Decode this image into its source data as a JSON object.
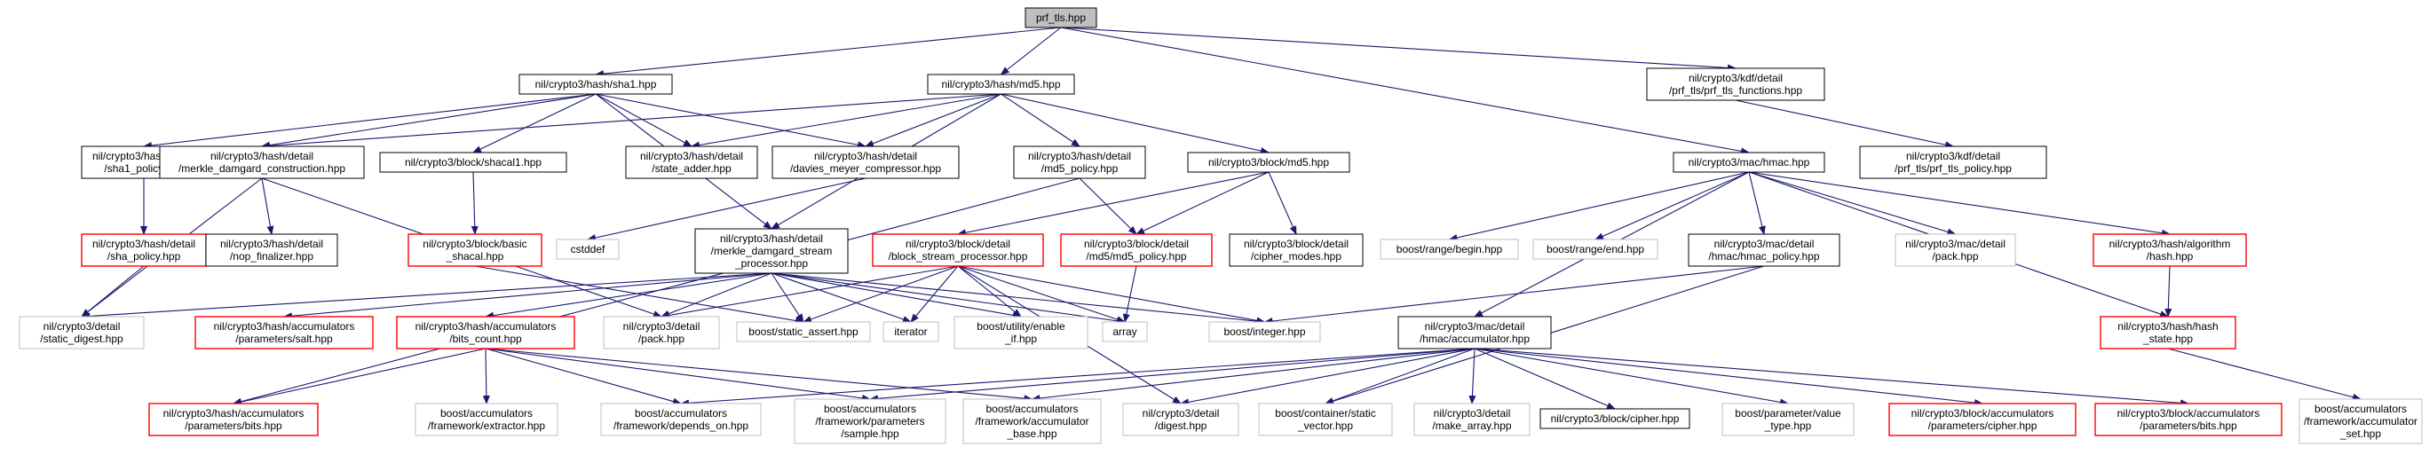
{
  "palette": {
    "edge": "#191970",
    "box_default": "#000000",
    "box_red": "#ff0000",
    "box_gray": "#bfbfbf",
    "root_fill": "#bfbfbf",
    "text": "#000000"
  },
  "nodes": [
    {
      "id": "prf",
      "lines": [
        "prf_tls.hpp"
      ],
      "style": "root"
    },
    {
      "id": "sha1",
      "lines": [
        "nil/crypto3/hash/sha1.hpp"
      ],
      "style": "default"
    },
    {
      "id": "md5",
      "lines": [
        "nil/crypto3/hash/md5.hpp"
      ],
      "style": "default"
    },
    {
      "id": "kdffunc",
      "lines": [
        "nil/crypto3/kdf/detail",
        "/prf_tls/prf_tls_functions.hpp"
      ],
      "style": "default"
    },
    {
      "id": "sha1pol",
      "lines": [
        "nil/crypto3/hash/detail",
        "/sha1_policy.hpp"
      ],
      "style": "default"
    },
    {
      "id": "mdc",
      "lines": [
        "nil/crypto3/hash/detail",
        "/merkle_damgard_construction.hpp"
      ],
      "style": "default"
    },
    {
      "id": "shacal1",
      "lines": [
        "nil/crypto3/block/shacal1.hpp"
      ],
      "style": "default"
    },
    {
      "id": "stateadder",
      "lines": [
        "nil/crypto3/hash/detail",
        "/state_adder.hpp"
      ],
      "style": "default"
    },
    {
      "id": "dmc",
      "lines": [
        "nil/crypto3/hash/detail",
        "/davies_meyer_compressor.hpp"
      ],
      "style": "default"
    },
    {
      "id": "md5pol",
      "lines": [
        "nil/crypto3/hash/detail",
        "/md5_policy.hpp"
      ],
      "style": "default"
    },
    {
      "id": "blockmd5",
      "lines": [
        "nil/crypto3/block/md5.hpp"
      ],
      "style": "default"
    },
    {
      "id": "hmac",
      "lines": [
        "nil/crypto3/mac/hmac.hpp"
      ],
      "style": "default"
    },
    {
      "id": "kdfpol",
      "lines": [
        "nil/crypto3/kdf/detail",
        "/prf_tls/prf_tls_policy.hpp"
      ],
      "style": "default"
    },
    {
      "id": "shapol",
      "lines": [
        "nil/crypto3/hash/detail",
        "/sha_policy.hpp"
      ],
      "style": "red"
    },
    {
      "id": "nopfin",
      "lines": [
        "nil/crypto3/hash/detail",
        "/nop_finalizer.hpp"
      ],
      "style": "default"
    },
    {
      "id": "basicshacal",
      "lines": [
        "nil/crypto3/block/basic",
        "_shacal.hpp"
      ],
      "style": "red"
    },
    {
      "id": "cstddef",
      "lines": [
        "cstddef"
      ],
      "style": "gray"
    },
    {
      "id": "mdsp",
      "lines": [
        "nil/crypto3/hash/detail",
        "/merkle_damgard_stream",
        "_processor.hpp"
      ],
      "style": "default"
    },
    {
      "id": "bsp",
      "lines": [
        "nil/crypto3/block/detail",
        "/block_stream_processor.hpp"
      ],
      "style": "red"
    },
    {
      "id": "md5polblk",
      "lines": [
        "nil/crypto3/block/detail",
        "/md5/md5_policy.hpp"
      ],
      "style": "red"
    },
    {
      "id": "ciphermodes",
      "lines": [
        "nil/crypto3/block/detail",
        "/cipher_modes.hpp"
      ],
      "style": "default"
    },
    {
      "id": "rangebegin",
      "lines": [
        "boost/range/begin.hpp"
      ],
      "style": "gray"
    },
    {
      "id": "rangeend",
      "lines": [
        "boost/range/end.hpp"
      ],
      "style": "gray"
    },
    {
      "id": "hmacpol",
      "lines": [
        "nil/crypto3/mac/detail",
        "/hmac/hmac_policy.hpp"
      ],
      "style": "default"
    },
    {
      "id": "macpack",
      "lines": [
        "nil/crypto3/mac/detail",
        "/pack.hpp"
      ],
      "style": "gray"
    },
    {
      "id": "algohash",
      "lines": [
        "nil/crypto3/hash/algorithm",
        "/hash.hpp"
      ],
      "style": "red"
    },
    {
      "id": "staticdigest",
      "lines": [
        "nil/crypto3/detail",
        "/static_digest.hpp"
      ],
      "style": "gray"
    },
    {
      "id": "saltparam",
      "lines": [
        "nil/crypto3/hash/accumulators",
        "/parameters/salt.hpp"
      ],
      "style": "red"
    },
    {
      "id": "bitscount",
      "lines": [
        "nil/crypto3/hash/accumulators",
        "/bits_count.hpp"
      ],
      "style": "red"
    },
    {
      "id": "detailpack",
      "lines": [
        "nil/crypto3/detail",
        "/pack.hpp"
      ],
      "style": "gray"
    },
    {
      "id": "staticassert",
      "lines": [
        "boost/static_assert.hpp"
      ],
      "style": "gray"
    },
    {
      "id": "iterator",
      "lines": [
        "iterator"
      ],
      "style": "gray"
    },
    {
      "id": "enableif",
      "lines": [
        "boost/utility/enable",
        "_if.hpp"
      ],
      "style": "gray"
    },
    {
      "id": "array",
      "lines": [
        "array"
      ],
      "style": "gray"
    },
    {
      "id": "integer",
      "lines": [
        "boost/integer.hpp"
      ],
      "style": "gray"
    },
    {
      "id": "hmacacc",
      "lines": [
        "nil/crypto3/mac/detail",
        "/hmac/accumulator.hpp"
      ],
      "style": "default"
    },
    {
      "id": "hashstate",
      "lines": [
        "nil/crypto3/hash/hash",
        "_state.hpp"
      ],
      "style": "red"
    },
    {
      "id": "hashbits",
      "lines": [
        "nil/crypto3/hash/accumulators",
        "/parameters/bits.hpp"
      ],
      "style": "red"
    },
    {
      "id": "extractor",
      "lines": [
        "boost/accumulators",
        "/framework/extractor.hpp"
      ],
      "style": "gray"
    },
    {
      "id": "dependson",
      "lines": [
        "boost/accumulators",
        "/framework/depends_on.hpp"
      ],
      "style": "gray"
    },
    {
      "id": "sample",
      "lines": [
        "boost/accumulators",
        "/framework/parameters",
        "/sample.hpp"
      ],
      "style": "gray"
    },
    {
      "id": "accbase",
      "lines": [
        "boost/accumulators",
        "/framework/accumulator",
        "_base.hpp"
      ],
      "style": "gray"
    },
    {
      "id": "digest",
      "lines": [
        "nil/crypto3/detail",
        "/digest.hpp"
      ],
      "style": "gray"
    },
    {
      "id": "staticvector",
      "lines": [
        "boost/container/static",
        "_vector.hpp"
      ],
      "style": "gray"
    },
    {
      "id": "makearray",
      "lines": [
        "nil/crypto3/detail",
        "/make_array.hpp"
      ],
      "style": "gray"
    },
    {
      "id": "cipher",
      "lines": [
        "nil/crypto3/block/cipher.hpp"
      ],
      "style": "default"
    },
    {
      "id": "valuetype",
      "lines": [
        "boost/parameter/value",
        "_type.hpp"
      ],
      "style": "gray"
    },
    {
      "id": "cipherparam",
      "lines": [
        "nil/crypto3/block/accumulators",
        "/parameters/cipher.hpp"
      ],
      "style": "red"
    },
    {
      "id": "blockbits",
      "lines": [
        "nil/crypto3/block/accumulators",
        "/parameters/bits.hpp"
      ],
      "style": "red"
    },
    {
      "id": "accset",
      "lines": [
        "boost/accumulators",
        "/framework/accumulator",
        "_set.hpp"
      ],
      "style": "gray"
    }
  ],
  "edges": [
    [
      "prf",
      "sha1"
    ],
    [
      "prf",
      "md5"
    ],
    [
      "prf",
      "kdffunc"
    ],
    [
      "prf",
      "hmac"
    ],
    [
      "sha1",
      "sha1pol"
    ],
    [
      "sha1",
      "mdc"
    ],
    [
      "sha1",
      "shacal1"
    ],
    [
      "sha1",
      "dmc"
    ],
    [
      "sha1",
      "stateadder"
    ],
    [
      "sha1",
      "mdsp"
    ],
    [
      "md5",
      "mdc"
    ],
    [
      "md5",
      "stateadder"
    ],
    [
      "md5",
      "dmc"
    ],
    [
      "md5",
      "md5pol"
    ],
    [
      "md5",
      "blockmd5"
    ],
    [
      "md5",
      "mdsp"
    ],
    [
      "kdffunc",
      "kdfpol"
    ],
    [
      "sha1pol",
      "shapol"
    ],
    [
      "shapol",
      "staticdigest"
    ],
    [
      "mdc",
      "nopfin"
    ],
    [
      "mdc",
      "staticdigest"
    ],
    [
      "mdc",
      "detailpack"
    ],
    [
      "shacal1",
      "basicshacal"
    ],
    [
      "basicshacal",
      "staticassert"
    ],
    [
      "dmc",
      "cstddef"
    ],
    [
      "md5pol",
      "md5polblk"
    ],
    [
      "md5pol",
      "hashbits"
    ],
    [
      "blockmd5",
      "bsp"
    ],
    [
      "blockmd5",
      "md5polblk"
    ],
    [
      "blockmd5",
      "ciphermodes"
    ],
    [
      "md5polblk",
      "array"
    ],
    [
      "mdsp",
      "staticdigest"
    ],
    [
      "mdsp",
      "saltparam"
    ],
    [
      "mdsp",
      "bitscount"
    ],
    [
      "mdsp",
      "detailpack"
    ],
    [
      "mdsp",
      "staticassert"
    ],
    [
      "mdsp",
      "iterator"
    ],
    [
      "mdsp",
      "enableif"
    ],
    [
      "mdsp",
      "array"
    ],
    [
      "mdsp",
      "integer"
    ],
    [
      "bsp",
      "detailpack"
    ],
    [
      "bsp",
      "staticassert"
    ],
    [
      "bsp",
      "iterator"
    ],
    [
      "bsp",
      "enableif"
    ],
    [
      "bsp",
      "array"
    ],
    [
      "bsp",
      "integer"
    ],
    [
      "bsp",
      "digest"
    ],
    [
      "bitscount",
      "hashbits"
    ],
    [
      "bitscount",
      "extractor"
    ],
    [
      "bitscount",
      "dependson"
    ],
    [
      "bitscount",
      "sample"
    ],
    [
      "bitscount",
      "accbase"
    ],
    [
      "hmac",
      "rangebegin"
    ],
    [
      "hmac",
      "rangeend"
    ],
    [
      "hmac",
      "hmacpol"
    ],
    [
      "hmac",
      "macpack"
    ],
    [
      "hmac",
      "algohash"
    ],
    [
      "hmac",
      "hashstate"
    ],
    [
      "hmac",
      "hmacacc"
    ],
    [
      "hmacpol",
      "integer"
    ],
    [
      "hmacpol",
      "staticvector"
    ],
    [
      "algohash",
      "hashstate"
    ],
    [
      "hashstate",
      "accset"
    ],
    [
      "hmacacc",
      "dependson"
    ],
    [
      "hmacacc",
      "sample"
    ],
    [
      "hmacacc",
      "accbase"
    ],
    [
      "hmacacc",
      "digest"
    ],
    [
      "hmacacc",
      "staticvector"
    ],
    [
      "hmacacc",
      "makearray"
    ],
    [
      "hmacacc",
      "cipher"
    ],
    [
      "hmacacc",
      "valuetype"
    ],
    [
      "hmacacc",
      "cipherparam"
    ],
    [
      "hmacacc",
      "blockbits"
    ]
  ]
}
